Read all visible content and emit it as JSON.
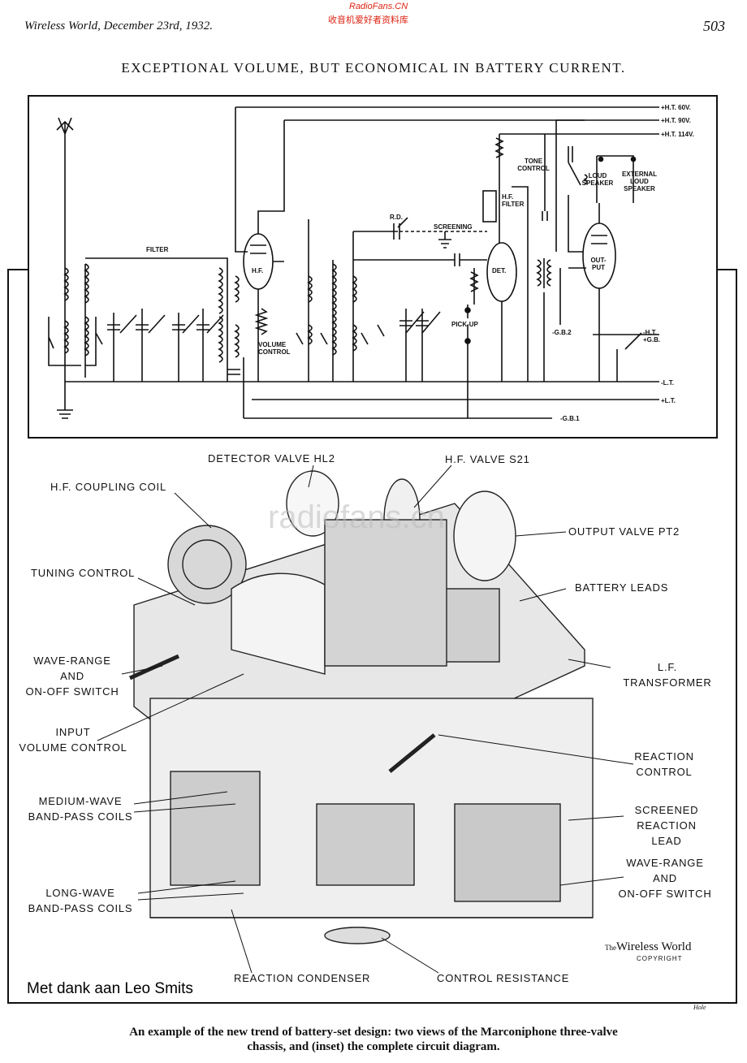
{
  "watermark": {
    "site": "RadioFans.CN",
    "cn": "收音机爱好者资料库",
    "mid": "radiofans.cn"
  },
  "header": {
    "journal": "Wireless World, December 23rd, 1932.",
    "page": "503"
  },
  "title": "EXCEPTIONAL VOLUME, BUT ECONOMICAL IN BATTERY CURRENT.",
  "circuit": {
    "rails": [
      "+H.T. 60V.",
      "+H.T. 90V.",
      "+H.T. 114V."
    ],
    "tone": "TONE CONTROL",
    "speaker": "LOUD SPEAKER",
    "ext_speaker": "EXTERNAL LOUD SPEAKER",
    "hf_filter": "H.F. FILTER",
    "filter": "FILTER",
    "rd": "R.D.",
    "screening": "SCREENING",
    "hf": "H.F.",
    "det": "DET.",
    "output": "OUT-PUT",
    "volume": "VOLUME CONTROL",
    "pickup": "PICK-UP",
    "gb2": "-G.B.2",
    "ht_gb": "-H.T. +G.B.",
    "lt_minus": "-L.T.",
    "lt_plus": "+L.T.",
    "gb1": "-G.B.1"
  },
  "labels": {
    "detector": "DETECTOR VALVE HL2",
    "hf_valve": "H.F. VALVE S21",
    "hf_coil": "H.F. COUPLING COIL",
    "output_valve": "OUTPUT VALVE PT2",
    "tuning": "TUNING CONTROL",
    "battery": "BATTERY LEADS",
    "wave_l": [
      "WAVE-RANGE",
      "AND",
      "ON-OFF SWITCH"
    ],
    "lf": [
      "L.F.",
      "TRANSFORMER"
    ],
    "input": [
      "INPUT",
      "VOLUME CONTROL"
    ],
    "reaction": [
      "REACTION",
      "CONTROL"
    ],
    "medium": [
      "MEDIUM-WAVE",
      "BAND-PASS COILS"
    ],
    "screened": [
      "SCREENED",
      "REACTION LEAD"
    ],
    "wave_r": [
      "WAVE-RANGE",
      "AND",
      "ON-OFF SWITCH"
    ],
    "long": [
      "LONG-WAVE",
      "BAND-PASS COILS"
    ],
    "reaction_cond": "REACTION CONDENSER",
    "control_res": "CONTROL RESISTANCE"
  },
  "credit": {
    "wireless_world": "Wireless World",
    "the": "The",
    "copyright": "COPYRIGHT",
    "signature": "Hole"
  },
  "thanks": "Met dank aan Leo Smits",
  "caption": [
    "An example of the new trend of battery-set design: two views of the Marconiphone three-valve",
    "chassis, and (inset) the complete circuit diagram."
  ]
}
